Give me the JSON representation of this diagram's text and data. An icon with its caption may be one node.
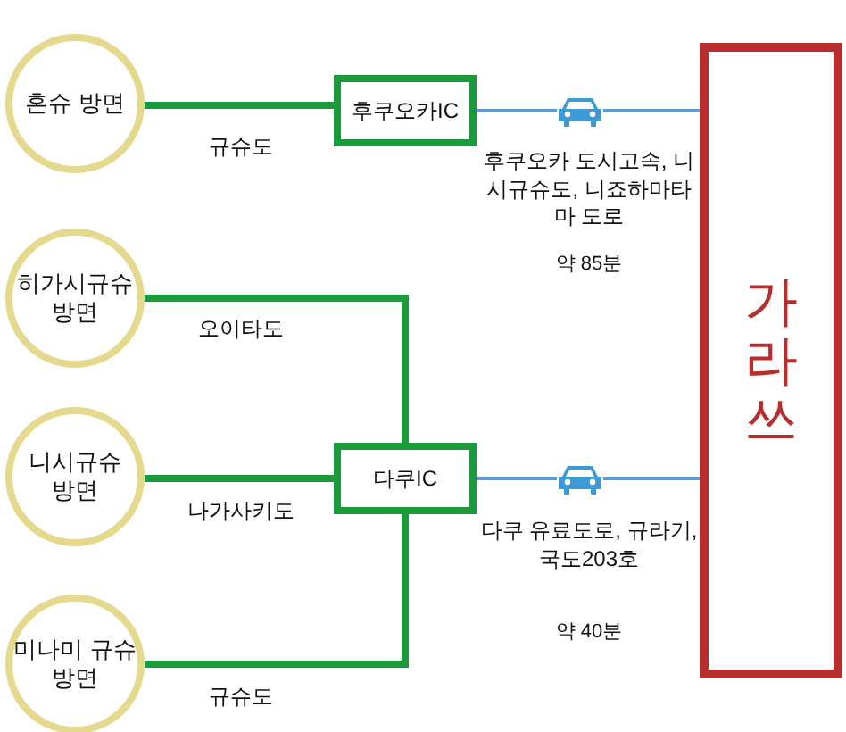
{
  "diagram": {
    "nodes": [
      {
        "text": [
          "혼슈 방면"
        ]
      },
      {
        "text": [
          "후쿠오카IC"
        ]
      },
      {
        "text": [
          "히가시규슈 방면"
        ]
      },
      {
        "text": [
          "니시규슈 방면"
        ]
      },
      {
        "text": [
          "미나미 규슈 방면"
        ]
      },
      {
        "text": [
          "다쿠IC"
        ]
      },
      {
        "text": [
          "가라쓰"
        ]
      }
    ],
    "edges": [
      {
        "from": 0,
        "to": 1,
        "arrow": "none",
        "label": "규슈도"
      },
      {
        "from": 1,
        "to": 6,
        "arrow": "none",
        "label": "후쿠오카 도시고속, 니시규슈도, 니죠하마타마 도로",
        "color": "#5b9bd5"
      },
      {
        "from": 2,
        "to": 5,
        "arrow": "none",
        "label": "오이타도"
      },
      {
        "from": 3,
        "to": 5,
        "arrow": "none",
        "label": "나가사키도"
      },
      {
        "from": 4,
        "to": 5,
        "arrow": "none",
        "label": "규슈도"
      },
      {
        "from": 5,
        "to": 6,
        "arrow": "none",
        "label": "다쿠 유료도로, 규라기, 국도203호",
        "color": "#5b9bd5"
      }
    ],
    "labels": [
      "약 85분",
      "약 40분"
    ]
  }
}
